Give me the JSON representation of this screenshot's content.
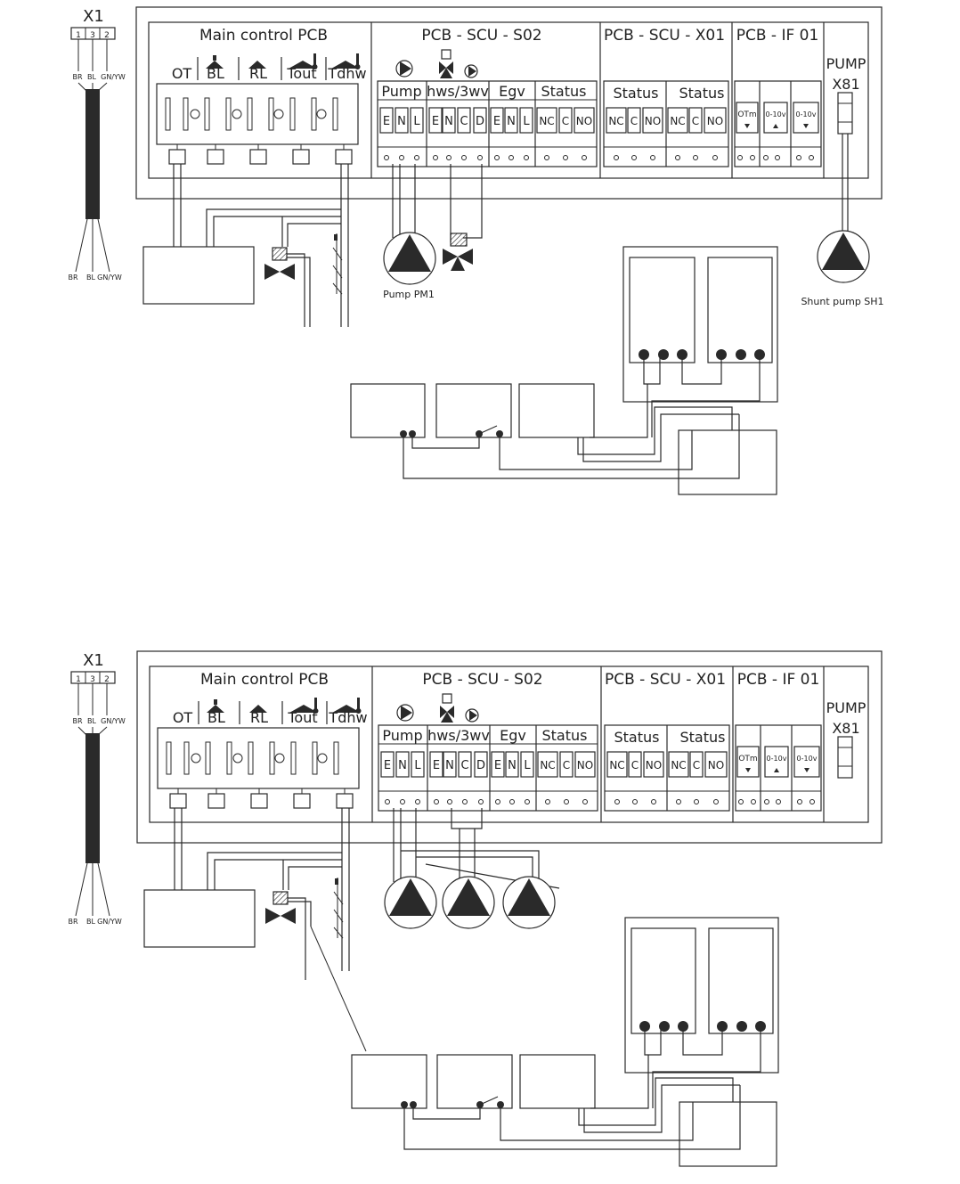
{
  "labels": {
    "x1": "X1",
    "x1_pins": [
      "1",
      "3",
      "2"
    ],
    "wire_colors": [
      "BR",
      "BL",
      "GN/YW"
    ],
    "main_pcb": "Main control PCB",
    "main_terms": [
      "OT",
      "BL",
      "RL",
      "Tout",
      "Tdhw"
    ],
    "scu_s02": "PCB - SCU - S02",
    "scu_x01": "PCB - SCU - X01",
    "if01": "PCB - IF 01",
    "pump_x81_line1": "PUMP",
    "pump_x81_line2": "X81",
    "groups_s02": [
      "Pump",
      "hws/3wv",
      "Egv",
      "Status"
    ],
    "terms_pump": [
      "E",
      "N",
      "L"
    ],
    "terms_hws": [
      "E",
      "N",
      "C",
      "D"
    ],
    "terms_egv": [
      "E",
      "N",
      "L"
    ],
    "terms_status": [
      "NC",
      "C",
      "NO"
    ],
    "groups_x01": [
      "Status",
      "Status"
    ],
    "terms_if01": [
      "OTm",
      "0-10v",
      "0-10v"
    ],
    "pump_pm1": "Pump PM1",
    "shunt_pump": "Shunt pump SH1"
  },
  "colors": {
    "line": "#2a2a2a",
    "background": "#ffffff"
  }
}
